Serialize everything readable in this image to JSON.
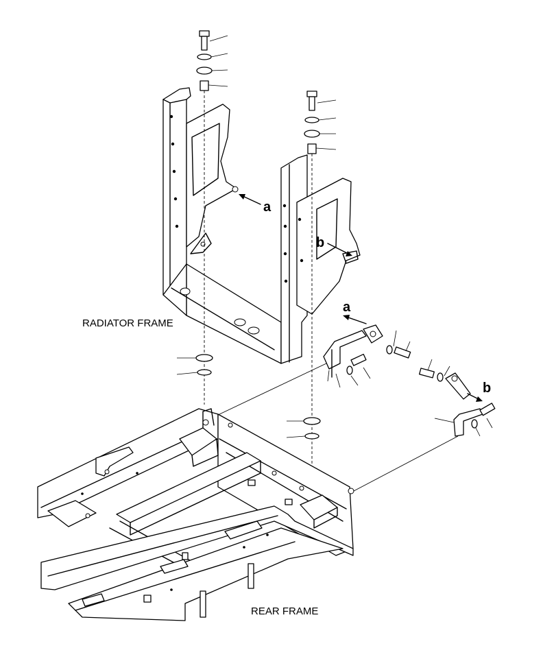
{
  "labels": {
    "radiator_frame": "RADIATOR FRAME",
    "rear_frame": "REAR FRAME",
    "callout_a": "a",
    "callout_b": "b"
  }
}
